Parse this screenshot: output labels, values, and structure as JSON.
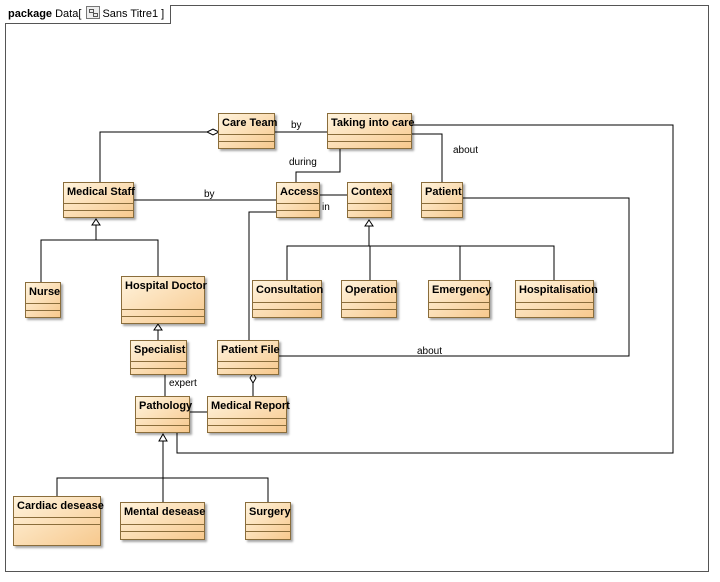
{
  "package": {
    "keyword": "package",
    "name": "Data",
    "diagram_name": "Sans Titre1"
  },
  "classes": {
    "care_team": "Care Team",
    "taking_into_care": "Taking into care",
    "medical_staff": "Medical Staff",
    "access": "Access",
    "context": "Context",
    "patient": "Patient",
    "nurse": "Nurse",
    "hospital_doctor": "Hospital Doctor",
    "consultation": "Consultation",
    "operation": "Operation",
    "emergency": "Emergency",
    "hospitalisation": "Hospitalisation",
    "specialist": "Specialist",
    "patient_file": "Patient File",
    "pathology": "Pathology",
    "medical_report": "Medical Report",
    "cardiac_desease": "Cardiac desease",
    "mental_desease": "Mental desease",
    "surgery": "Surgery"
  },
  "labels": {
    "by_care_team": "by",
    "during": "during",
    "about_patient": "about",
    "by_access": "by",
    "in": "in",
    "about_patient_file": "about",
    "expert": "expert"
  },
  "colors": {
    "class_fill_light": "#fff3dc",
    "class_fill_dark": "#f7c98e",
    "class_border": "#8a6d3b",
    "line": "#000000"
  }
}
